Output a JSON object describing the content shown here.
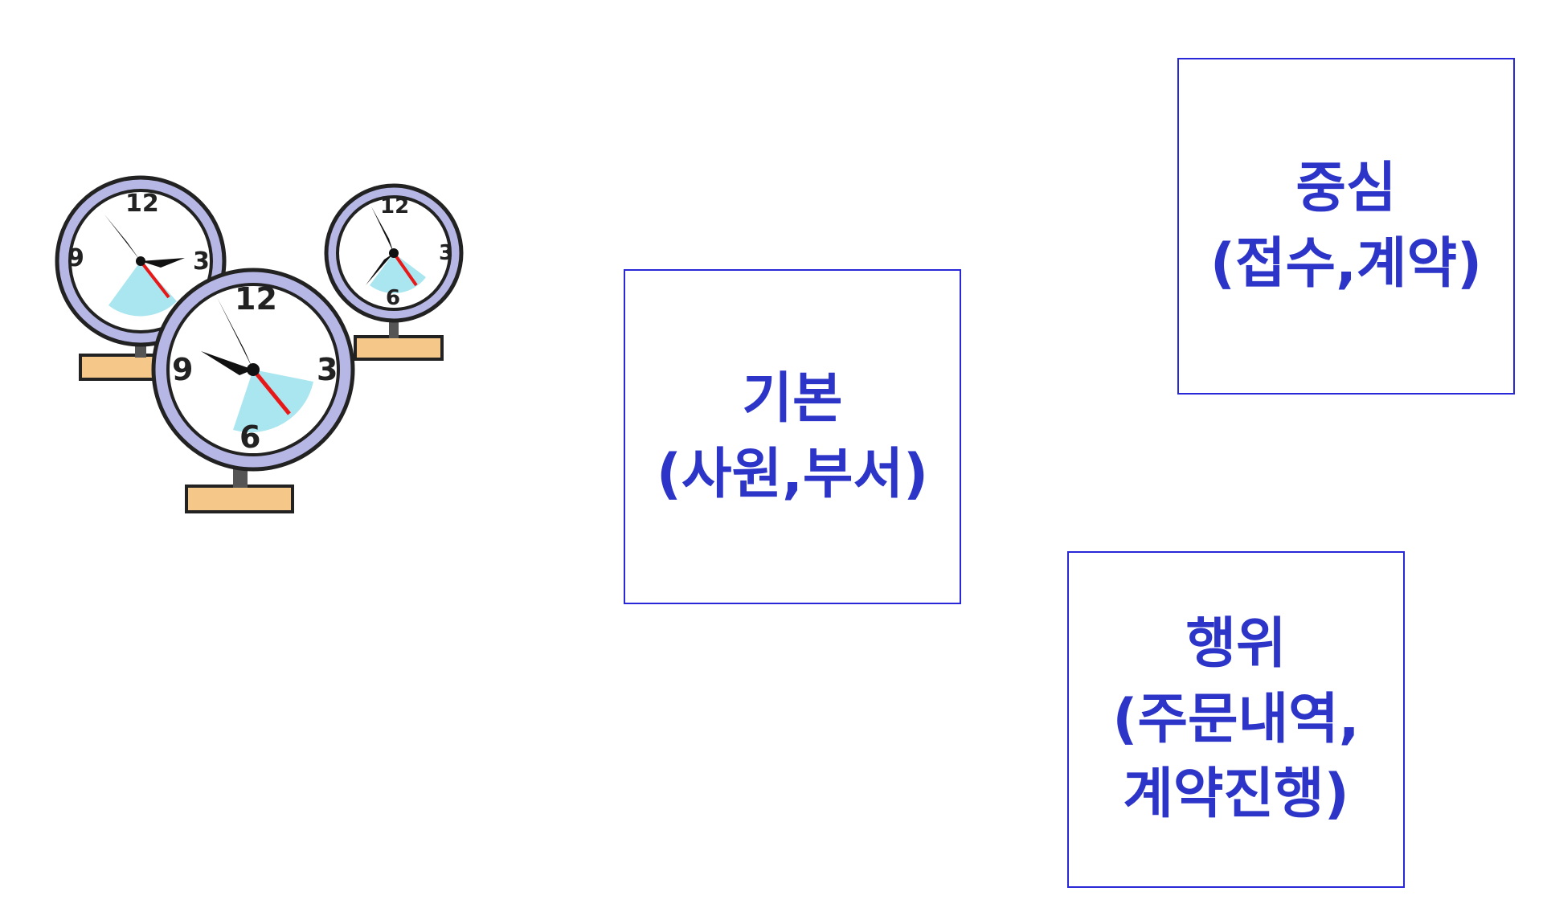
{
  "diagram": {
    "entities": [
      {
        "id": "basic",
        "label": "기본\n(사원,부서)"
      },
      {
        "id": "center",
        "label": "중심\n(접수,계약)"
      },
      {
        "id": "action",
        "label": "행위\n(주문내역,\n계약진행)"
      }
    ],
    "illustration": {
      "icon": "clocks-icon",
      "colors": {
        "rim": "#b7b7e6",
        "face": "#ffffff",
        "accent": "#a9e6f0",
        "second_hand": "#e81818",
        "plate": "#f5c88a"
      }
    },
    "colors": {
      "box_border": "#2828d8",
      "text": "#2d35c9"
    }
  }
}
